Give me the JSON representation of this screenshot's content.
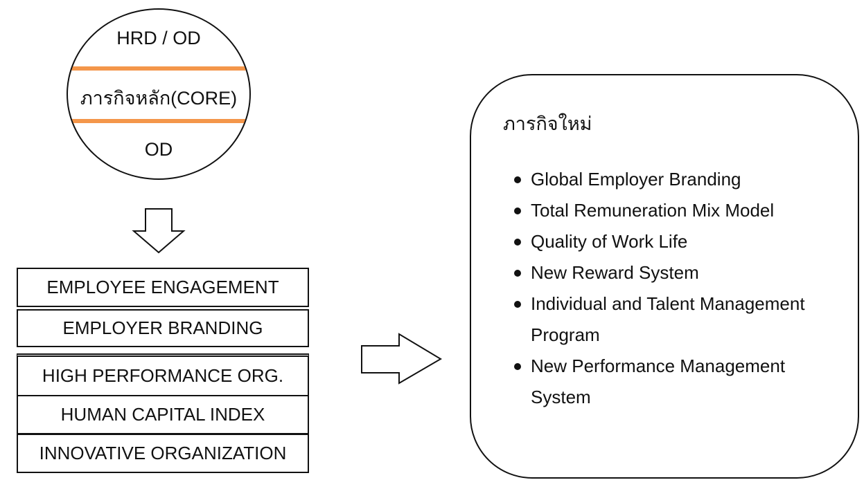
{
  "core_circle": {
    "top_label": "HRD / OD",
    "middle_label": "ภารกิจหลัก(CORE)",
    "bottom_label": "OD",
    "band_color": "#f4964a"
  },
  "stack_boxes": [
    "EMPLOYEE ENGAGEMENT",
    "EMPLOYER BRANDING",
    "HIGH PERFORMANCE ORG.",
    "HUMAN CAPITAL INDEX",
    "INNOVATIVE ORGANIZATION"
  ],
  "new_mission": {
    "title": "ภารกิจใหม่",
    "items": [
      "Global Employer Branding",
      "Total Remuneration Mix Model",
      "Quality of Work Life",
      "New Reward System",
      "Individual and Talent Management Program",
      "New Performance Management System"
    ]
  }
}
